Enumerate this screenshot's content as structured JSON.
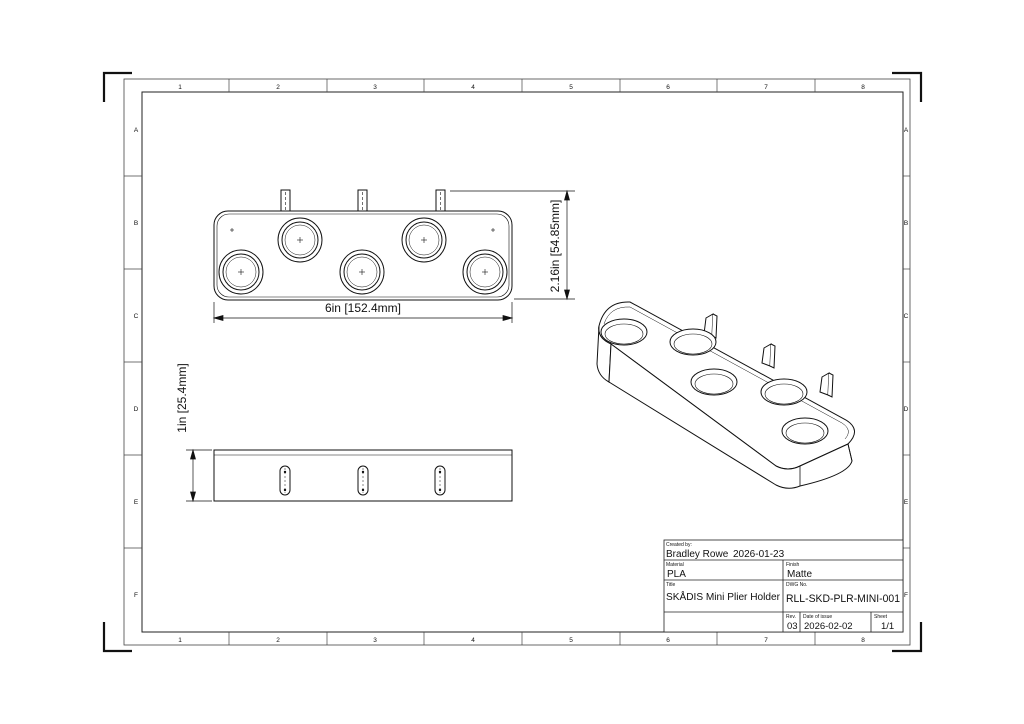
{
  "grid": {
    "columns": [
      "1",
      "2",
      "3",
      "4",
      "5",
      "6",
      "7",
      "8"
    ],
    "rows": [
      "A",
      "B",
      "C",
      "D",
      "E",
      "F"
    ]
  },
  "dimensions": {
    "width": "6in [152.4mm]",
    "depth": "2.16in [54.85mm]",
    "height": "1in [25.4mm]"
  },
  "title_block": {
    "created_by_label": "Created by:",
    "created_by": "Bradley Rowe",
    "created_date": "2026-01-23",
    "material_label": "Material",
    "material": "PLA",
    "finish_label": "Finish",
    "finish": "Matte",
    "title_label": "Title",
    "title": "SKÅDIS Mini Plier Holder",
    "dwg_label": "DWG No.",
    "dwg_no": "RLL-SKD-PLR-MINI-001",
    "rev_label": "Rev.",
    "rev": "03",
    "issue_label": "Date of issue",
    "issue_date": "2026-02-02",
    "sheet_label": "Sheet",
    "sheet": "1/1"
  }
}
